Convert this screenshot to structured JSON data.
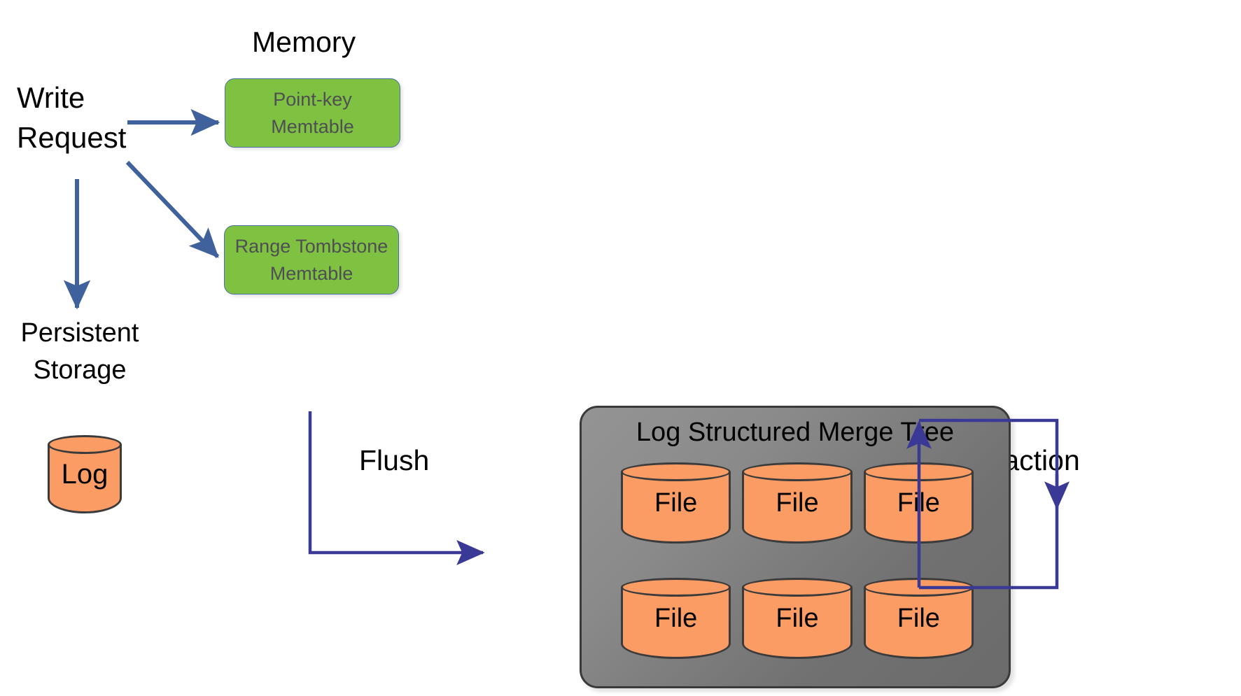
{
  "diagram": {
    "title_memory": "Memory",
    "write_request": "Write\nRequest",
    "persistent_storage": "Persistent\nStorage",
    "flush": "Flush",
    "compaction": "Compaction"
  },
  "memtables": [
    {
      "id": "point-key",
      "label": "Point-key\nMemtable"
    },
    {
      "id": "range-tombstone",
      "label": "Range Tombstone\nMemtable"
    }
  ],
  "log_cylinder": {
    "label": "Log"
  },
  "lsm": {
    "title": "Log Structured Merge Tree",
    "files": [
      {
        "label": "File"
      },
      {
        "label": "File"
      },
      {
        "label": "File"
      },
      {
        "label": "File"
      },
      {
        "label": "File"
      },
      {
        "label": "File"
      }
    ]
  },
  "arrows": [
    {
      "name": "write-to-point-key-memtable",
      "style": "straight"
    },
    {
      "name": "write-to-range-tombstone-memtable",
      "style": "diagonal"
    },
    {
      "name": "write-to-persistent-storage",
      "style": "vertical"
    },
    {
      "name": "flush-arrow",
      "style": "elbow"
    },
    {
      "name": "compaction-loop-arrow",
      "style": "loop"
    }
  ],
  "colors": {
    "memtable_fill": "#7FC242",
    "memtable_border": "#4A6FA5",
    "memtable_text": "#4E4E54",
    "cylinder_fill": "#FB9C65",
    "cylinder_stroke": "#3B3B3B",
    "lsm_fill_light": "#949494",
    "lsm_fill_dark": "#6B6B6B",
    "lsm_border": "#3A3A3A",
    "thick_arrow": "#3F619C",
    "thin_arrow": "#3A3A96",
    "label_text": "#000000",
    "background": "#FFFFFF"
  }
}
